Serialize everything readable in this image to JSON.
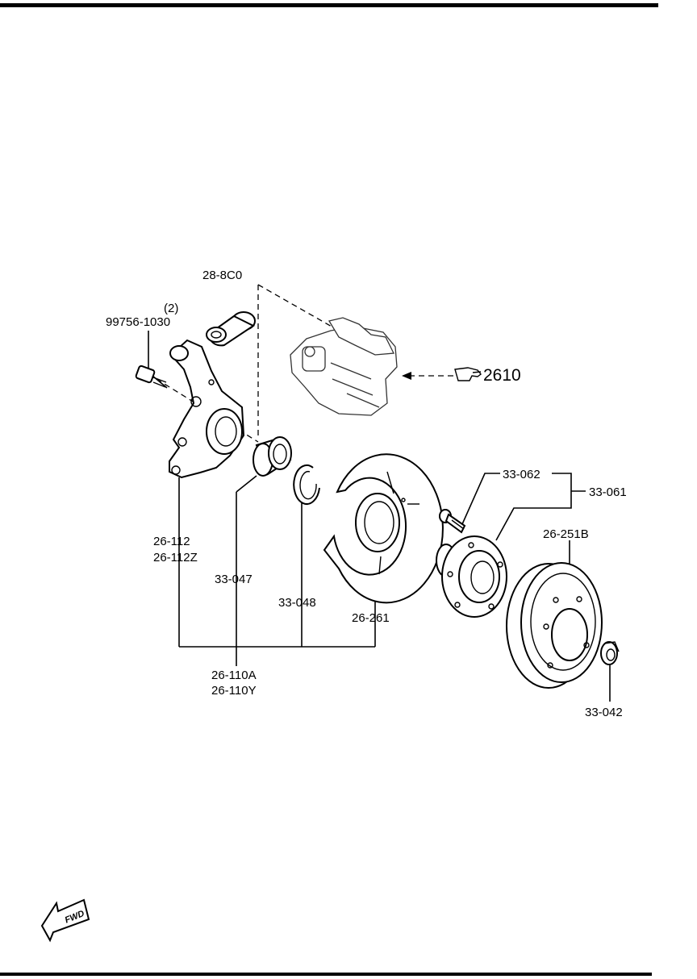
{
  "labels": {
    "caliper_bracket": "28-8C0",
    "bolt_qty": "(2)",
    "bolt": "99756-1030",
    "knuckle_1": "26-112",
    "knuckle_2": "26-112Z",
    "bearing": "33-047",
    "snap_ring": "33-048",
    "dust_cover": "26-261",
    "assembly_1": "26-110A",
    "assembly_2": "26-110Y",
    "hub_bolt": "33-062",
    "hub": "33-061",
    "disc": "26-251B",
    "lock_nut": "33-042",
    "ref_section": "2610",
    "fwd": "FWD"
  },
  "icons": {
    "reference": "pointing-hand-icon",
    "direction": "fwd-arrow-icon"
  }
}
